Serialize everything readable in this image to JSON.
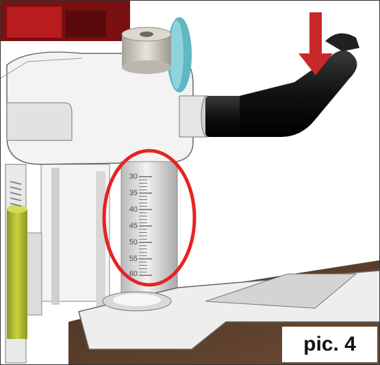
{
  "scale": {
    "labels": [
      "30",
      "35",
      "40",
      "45",
      "50",
      "55",
      "60"
    ]
  },
  "caption": "pic. 4",
  "colors": {
    "highlight_circle": "#e52421",
    "arrow": "#c8282a",
    "handle": "#1a1a1a",
    "base_dark": "#5a3e2c",
    "olive_part": "#b9c234",
    "cyan_knob": "#5fb8c2"
  }
}
